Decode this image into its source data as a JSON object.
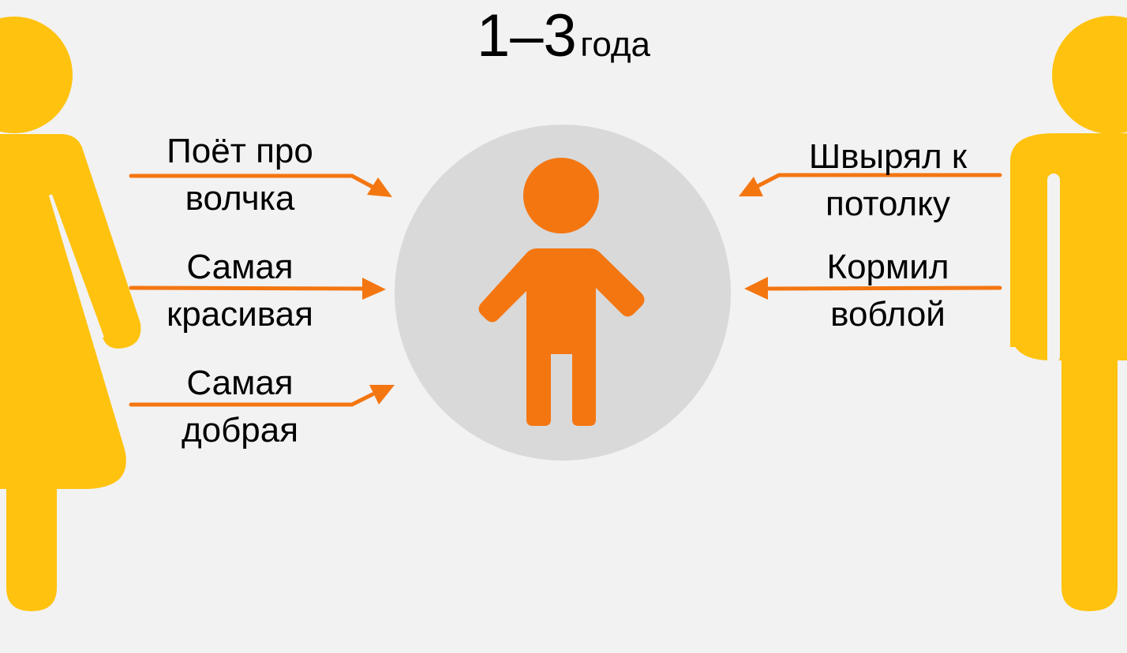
{
  "title": {
    "age_range": "1–3",
    "unit": "года"
  },
  "colors": {
    "background": "#f2f2f2",
    "parent_figures": "#ffc20e",
    "child_figure": "#f47611",
    "child_circle": "#d9d9d9",
    "arrows": "#f47611",
    "text": "#000000"
  },
  "left_parent": {
    "role": "mother",
    "statements": [
      {
        "line1": "Поёт про",
        "line2": "волчка"
      },
      {
        "line1": "Самая",
        "line2": "красивая"
      },
      {
        "line1": "Самая",
        "line2": "добрая"
      }
    ]
  },
  "right_parent": {
    "role": "father",
    "statements": [
      {
        "line1": "Швырял к",
        "line2": "потолку"
      },
      {
        "line1": "Кормил",
        "line2": "воблой"
      }
    ]
  },
  "center": {
    "figure": "child"
  }
}
